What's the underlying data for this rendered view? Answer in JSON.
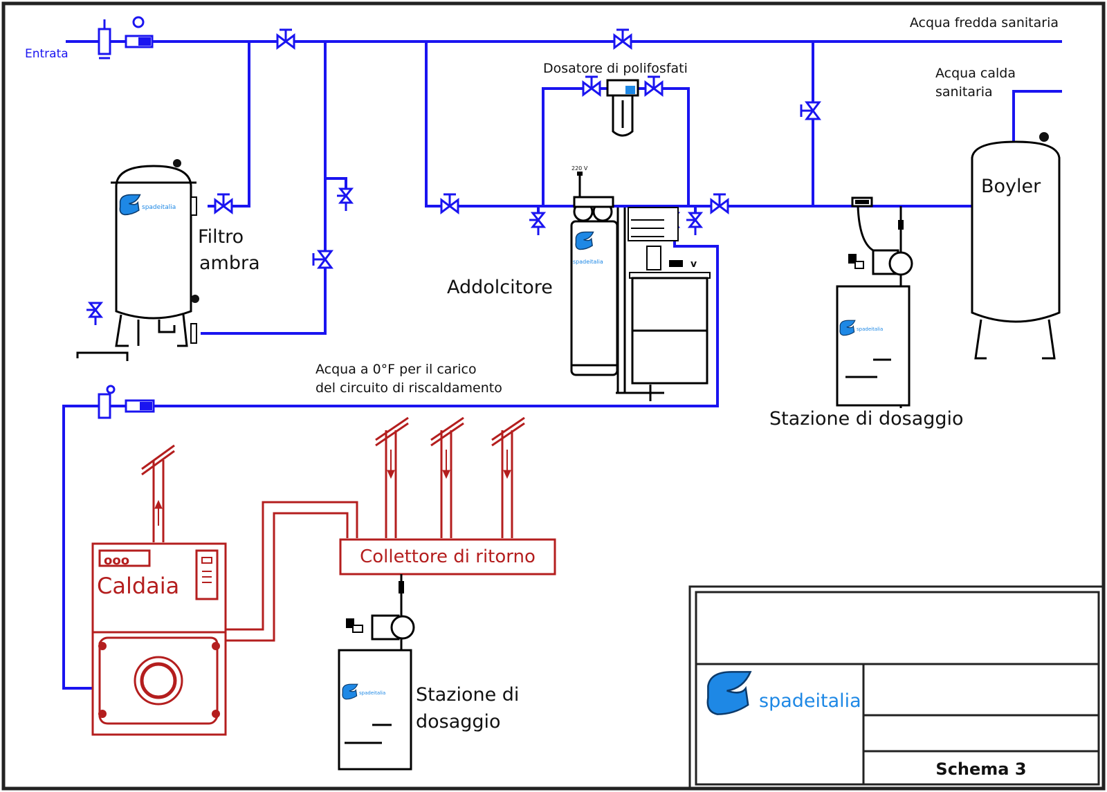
{
  "colors": {
    "cold_pipe": "#1a14f0",
    "heating_circuit": "#b41e1e",
    "border": "#222222",
    "logo_blue": "#1e88e5"
  },
  "labels": {
    "entrata": "Entrata",
    "acqua_fredda": "Acqua fredda sanitaria",
    "acqua_calda_1": "Acqua calda",
    "acqua_calda_2": "sanitaria",
    "dosatore": "Dosatore di polifosfati",
    "filtro_1": "Filtro",
    "filtro_2": "ambra",
    "addolcitore": "Addolcitore",
    "boyler": "Boyler",
    "acqua_0f_1": "Acqua a 0°F per il carico",
    "acqua_0f_2": "del circuito di riscaldamento",
    "stazione_1": "Stazione di dosaggio",
    "stazione_2a": "Stazione di",
    "stazione_2b": "dosaggio",
    "collettore": "Collettore di ritorno",
    "caldaia": "Caldaia",
    "caldaia_panel": "ooo",
    "voltage": "220 V",
    "softener_v": "v"
  },
  "title_block": {
    "company": "spadeitalia",
    "drawing": "Schema 3"
  },
  "icons": {
    "valve": "gate-valve-icon",
    "meter": "water-meter-icon",
    "logo": "spadeitalia-logo-icon",
    "flow_arrow": "flow-arrow-icon"
  }
}
